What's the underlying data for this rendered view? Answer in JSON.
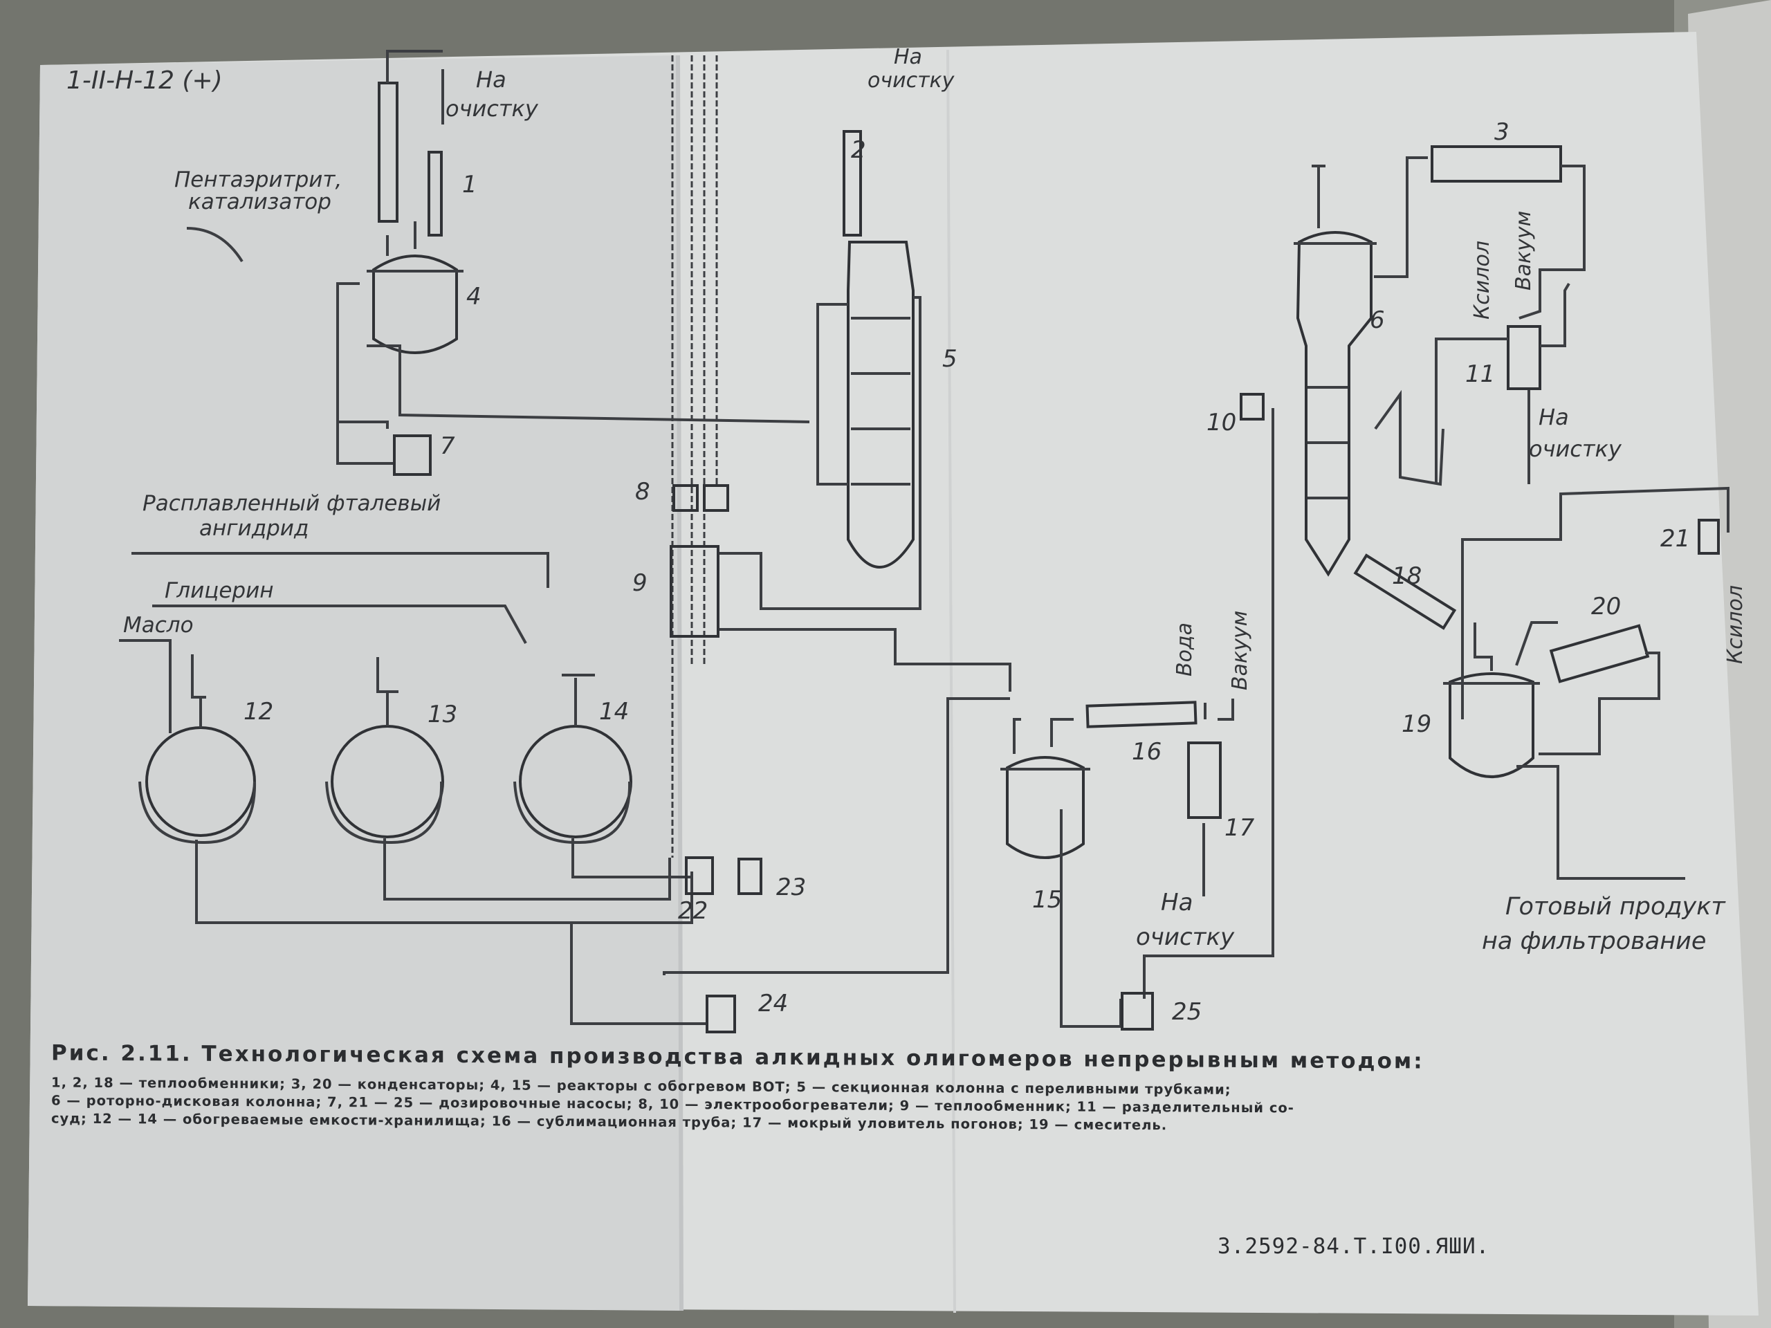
{
  "header": {
    "corner_mark": "1-II-H-12 (+)"
  },
  "labels": {
    "to_cleaning_1": [
      "На",
      "очистку"
    ],
    "to_cleaning_2": [
      "На",
      "очистку"
    ],
    "to_cleaning_3": [
      "На",
      "очистку"
    ],
    "to_cleaning_4": [
      "На",
      "очистку"
    ],
    "pentaerythritol": [
      "Пентаэритрит,",
      "катализатор"
    ],
    "phthalic": [
      "Расплавленный фталевый",
      "ангидрид"
    ],
    "glycerin": "Глицерин",
    "oil": "Масло",
    "water": "Вода",
    "vacuum": "Вакуум",
    "xylene_1": "Ксилол",
    "vacuum_2": "Вакуум",
    "xylene_2": "Ксилол",
    "product": [
      "Готовый продукт",
      "на фильтрование"
    ]
  },
  "equipment_numbers": [
    "1",
    "2",
    "3",
    "4",
    "5",
    "6",
    "7",
    "8",
    "9",
    "10",
    "11",
    "12",
    "13",
    "14",
    "15",
    "16",
    "17",
    "18",
    "19",
    "20",
    "21",
    "22",
    "23",
    "24",
    "25"
  ],
  "caption": {
    "title": "Рис. 2.11. Технологическая схема производства алкидных олигомеров непрерывным методом:",
    "legend": "1, 2, 18 — теплообменники; 3, 20 — конденсаторы; 4, 15 — реакторы с обогревом ВОТ; 5 — секционная колонна с переливными трубками;\n6 — роторно-дисковая колонна; 7, 21 — 25 — дозировочные насосы; 8, 10 — электрообогреватели; 9 — теплообменник; 11 — разделительный со-\nсуд; 12 — 14 — обогреваемые емкости-хранилища; 16 — сублимационная труба; 17 — мокрый уловитель погонов; 19 — смеситель."
  },
  "doc_code": "3.2592-84.Т.I00.ЯШИ."
}
